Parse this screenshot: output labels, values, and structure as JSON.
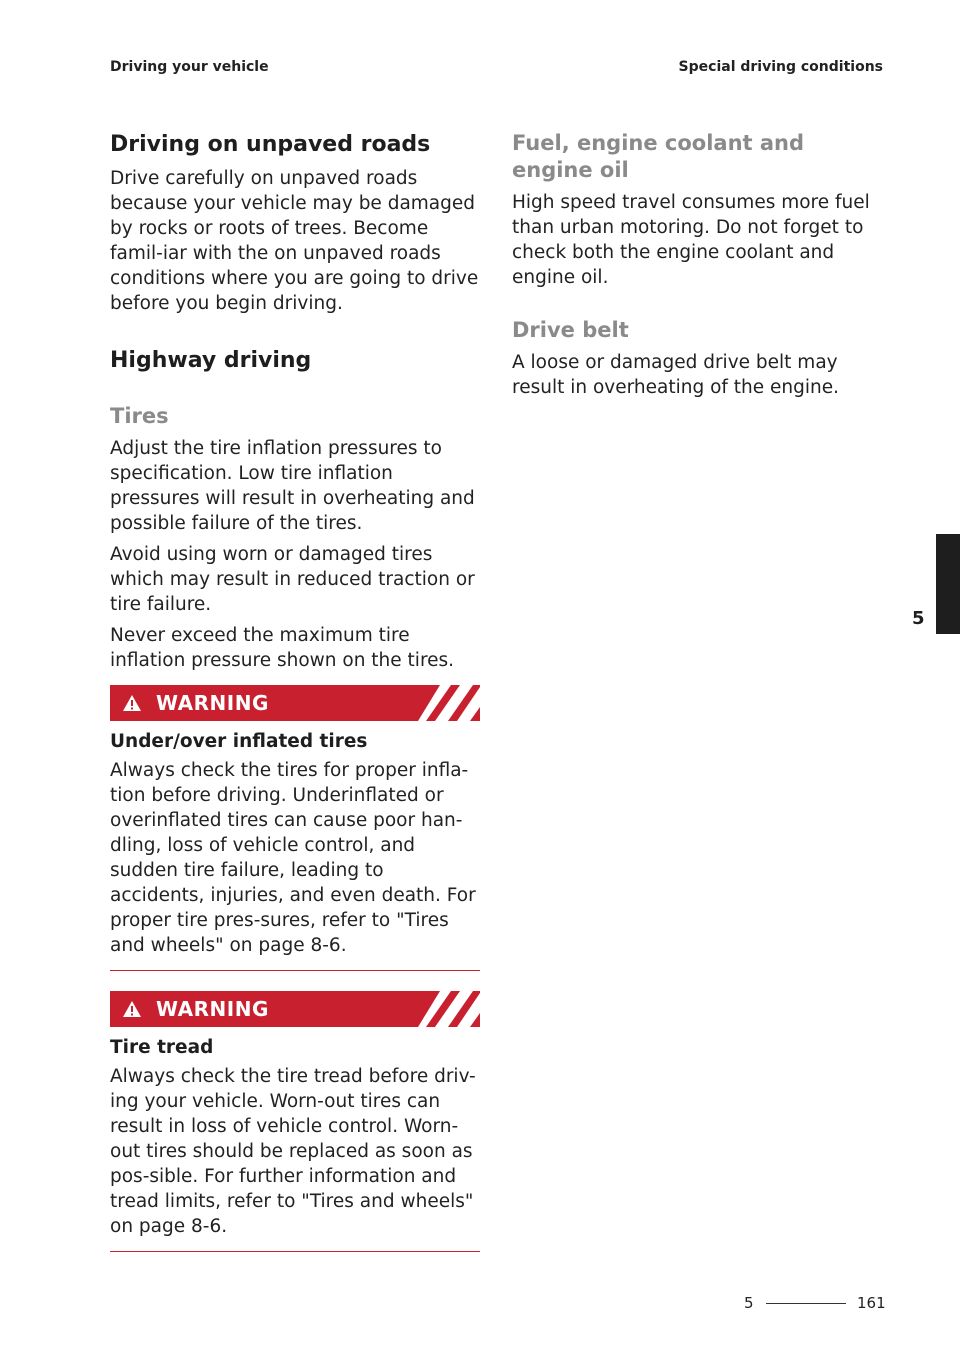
{
  "header": {
    "left": "Driving your vehicle",
    "right": "Special driving conditions"
  },
  "left": {
    "unpaved_title": "Driving on unpaved roads",
    "unpaved_body": "Drive carefully on unpaved roads because your vehicle may be damaged by rocks or roots of trees. Become famil-iar with the on unpaved roads conditions where you are going to drive before you begin driving.",
    "highway_title": "Highway driving",
    "tires_title": "Tires",
    "tires_p1": "Adjust the tire inflation pressures to specification. Low tire inflation pressures will result in overheating and possible failure of the tires.",
    "tires_p2": "Avoid using worn or damaged tires which may result in reduced traction or tire failure.",
    "tires_p3": "Never exceed the maximum tire inflation pressure shown on the tires.",
    "warning1": {
      "label": "WARNING",
      "title": "Under/over inflated tires",
      "body": "Always check the tires for proper infla-tion before driving. Underinflated or overinflated tires can cause poor han-dling, loss of vehicle control, and sudden tire failure, leading to accidents, injuries, and even death. For proper tire pres-sures, refer to \"Tires and wheels\" on page 8-6."
    },
    "warning2": {
      "label": "WARNING",
      "title": "Tire tread",
      "body": "Always check the tire tread before driv-ing your vehicle. Worn-out tires can result in loss of vehicle control. Worn-out tires should be replaced as soon as pos-sible. For further information and tread limits, refer to \"Tires and wheels\" on page 8-6."
    }
  },
  "right": {
    "fuel_title": "Fuel, engine coolant and engine oil",
    "fuel_body": "High speed travel consumes more fuel than urban motoring. Do not forget to check both the engine coolant and engine oil.",
    "belt_title": "Drive belt",
    "belt_body": "A loose or damaged drive belt may result in overheating of the engine."
  },
  "side_tab": {
    "chapter": "5"
  },
  "footer": {
    "chapter": "5",
    "page": "161"
  },
  "colors": {
    "warning_red": "#c8202f",
    "heading_grey": "#8a8a8a",
    "text": "#1e1e1e"
  },
  "icons": {
    "warning": "warning-triangle-icon"
  }
}
